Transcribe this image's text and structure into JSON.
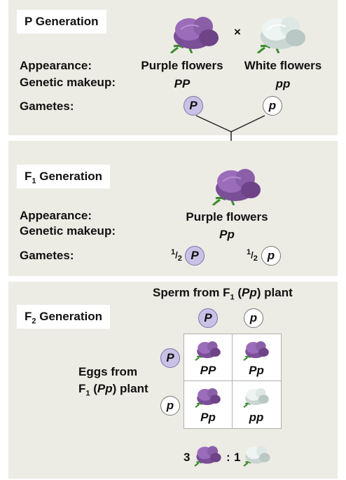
{
  "p_generation": {
    "title": "P Generation",
    "cross_symbol": "×",
    "appearance_label": "Appearance:",
    "genetic_label": "Genetic makeup:",
    "gametes_label": "Gametes:",
    "parent1": {
      "appearance": "Purple flowers",
      "genotype": "PP",
      "gamete": "P"
    },
    "parent2": {
      "appearance": "White flowers",
      "genotype": "pp",
      "gamete": "p"
    }
  },
  "f1_generation": {
    "title_main": "F",
    "title_sub": "1",
    "title_rest": " Generation",
    "appearance_label": "Appearance:",
    "genetic_label": "Genetic makeup:",
    "gametes_label": "Gametes:",
    "appearance": "Purple flowers",
    "genotype": "Pp",
    "gamete1": {
      "fraction_num": "1",
      "fraction_den": "2",
      "allele": "P"
    },
    "gamete2": {
      "fraction_num": "1",
      "fraction_den": "2",
      "allele": "p"
    }
  },
  "f2_generation": {
    "title_main": "F",
    "title_sub": "2",
    "title_rest": " Generation",
    "sperm_label_pre": "Sperm from F",
    "sperm_label_sub": "1",
    "sperm_label_open": " (",
    "sperm_label_geno": "Pp",
    "sperm_label_post": ") plant",
    "eggs_label_line1": "Eggs from",
    "eggs_label_pre": "F",
    "eggs_label_sub": "1",
    "eggs_label_open": " (",
    "eggs_label_geno": "Pp",
    "eggs_label_post": ") plant",
    "sperm_alleles": [
      "P",
      "p"
    ],
    "egg_alleles": [
      "P",
      "p"
    ],
    "punnett": [
      "PP",
      "Pp",
      "Pp",
      "pp"
    ],
    "ratio_left": "3",
    "ratio_sep": ":",
    "ratio_right": "1"
  },
  "colors": {
    "panel_bg": "#ecebe4",
    "purple_flower": "#8a5fa8",
    "white_flower": "#e3ece8",
    "allele_purple": "#c9c2e6"
  }
}
